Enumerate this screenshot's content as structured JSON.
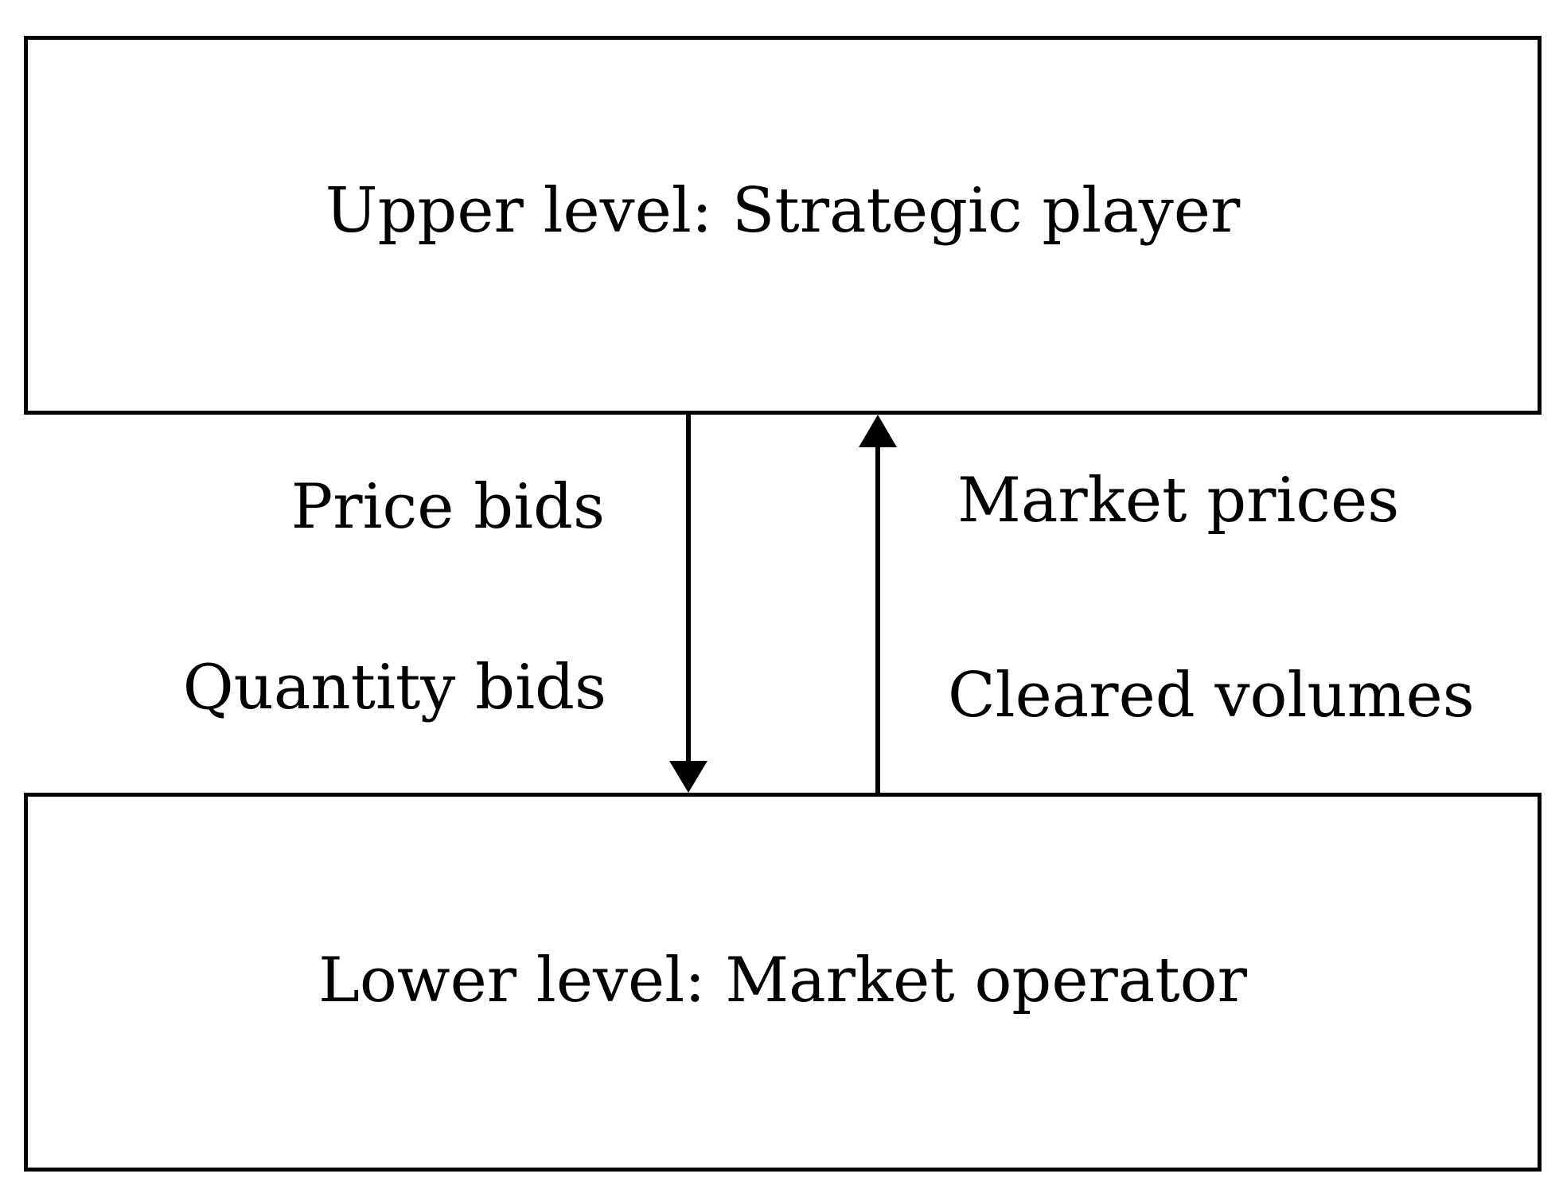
{
  "upper_box": {
    "label": "Upper level: Strategic player"
  },
  "lower_box": {
    "label": "Lower level: Market operator"
  },
  "down_arrow": {
    "labels": [
      "Price bids",
      "Quantity bids"
    ]
  },
  "up_arrow": {
    "labels": [
      "Market prices",
      "Cleared volumes"
    ]
  }
}
